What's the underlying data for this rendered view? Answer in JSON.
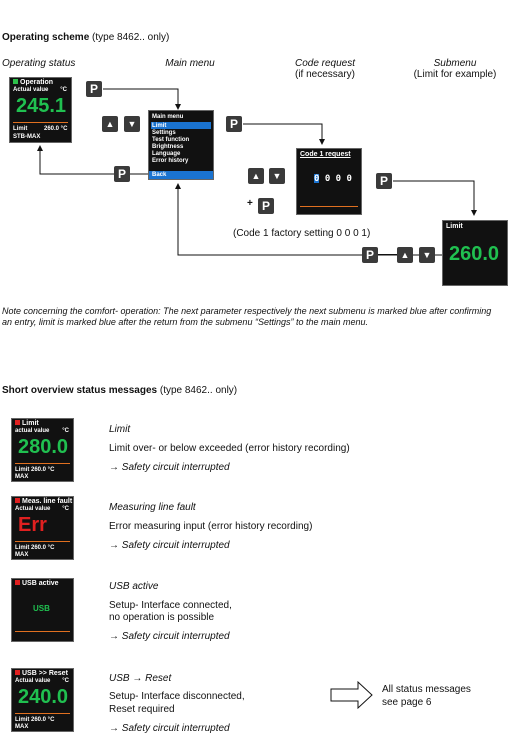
{
  "scheme": {
    "title": "Operating scheme",
    "title_suffix": "(type 8462.. only)",
    "captions": {
      "operating_status": "Operating status",
      "main_menu": "Main menu",
      "code_request_1": "Code request",
      "code_request_2": "(if necessary)",
      "submenu_1": "Submenu",
      "submenu_2": "(Limit for example)"
    },
    "op_display": {
      "header": "Operation",
      "sub": "Actual value",
      "unit": "°C",
      "value": "245.1",
      "limit": "Limit",
      "limit_val": "260.0 °C",
      "footer": "STB-MAX"
    },
    "menu": {
      "header": "Main menu",
      "items": [
        "Limit",
        "Settings",
        "Test function",
        "Brightness",
        "Language",
        "Error history"
      ],
      "back": "Back"
    },
    "code": {
      "header": "Code 1 request",
      "digits": "0 0 0 0"
    },
    "code_note": "(Code 1 factory setting 0 0 0 1)",
    "plus": "+",
    "sub_display": {
      "header": "Limit",
      "value": "260.0"
    },
    "key_p": "P",
    "key_up": "▲",
    "key_down": "▼",
    "colors": {
      "menu_blue": "#1a73d0",
      "value_green": "#20c050",
      "line_orange": "#e07020",
      "led_green": "#2ec04a",
      "led_red": "#e02020"
    }
  },
  "note": "Note concerning the comfort- operation: The next parameter respectively the next submenu is marked blue after confirming an entry, limit is marked blue after the return from the submenu “Settings” to the main menu.",
  "overview": {
    "title": "Short overview status messages",
    "title_suffix": "(type 8462.. only)",
    "items": [
      {
        "display": {
          "header": "Limit",
          "sub": "actual value",
          "unit": "°C",
          "value": "280.0",
          "limit": "Limit 260.0 °C",
          "footer": "MAX"
        },
        "heading": "Limit",
        "line1": "Limit over- or below exceeded (error history recording)",
        "line2": "",
        "effect": "→ Safety circuit interrupted"
      },
      {
        "display": {
          "header": "Meas. line fault",
          "sub": "Actual value",
          "unit": "°C",
          "value": "Err",
          "limit": "Limit 260.0 °C",
          "footer": "MAX"
        },
        "heading": "Measuring line fault",
        "line1": "Error measuring input (error history recording)",
        "line2": "",
        "effect": "→ Safety circuit interrupted"
      },
      {
        "display": {
          "header": "USB active",
          "value": "USB"
        },
        "heading": "USB active",
        "line1": "Setup- Interface connected,",
        "line2": "no operation is possible",
        "effect": "→ Safety circuit interrupted"
      },
      {
        "display": {
          "header": "USB >> Reset",
          "sub": "Actual value",
          "unit": "°C",
          "value": "240.0",
          "limit": "Limit 260.0 °C",
          "footer": "MAX"
        },
        "heading": "USB → Reset",
        "line1": "Setup- Interface disconnected,",
        "line2": "Reset required",
        "effect": "→ Safety circuit interrupted"
      }
    ],
    "see_more_1": "All status messages",
    "see_more_2": "see page 6"
  }
}
